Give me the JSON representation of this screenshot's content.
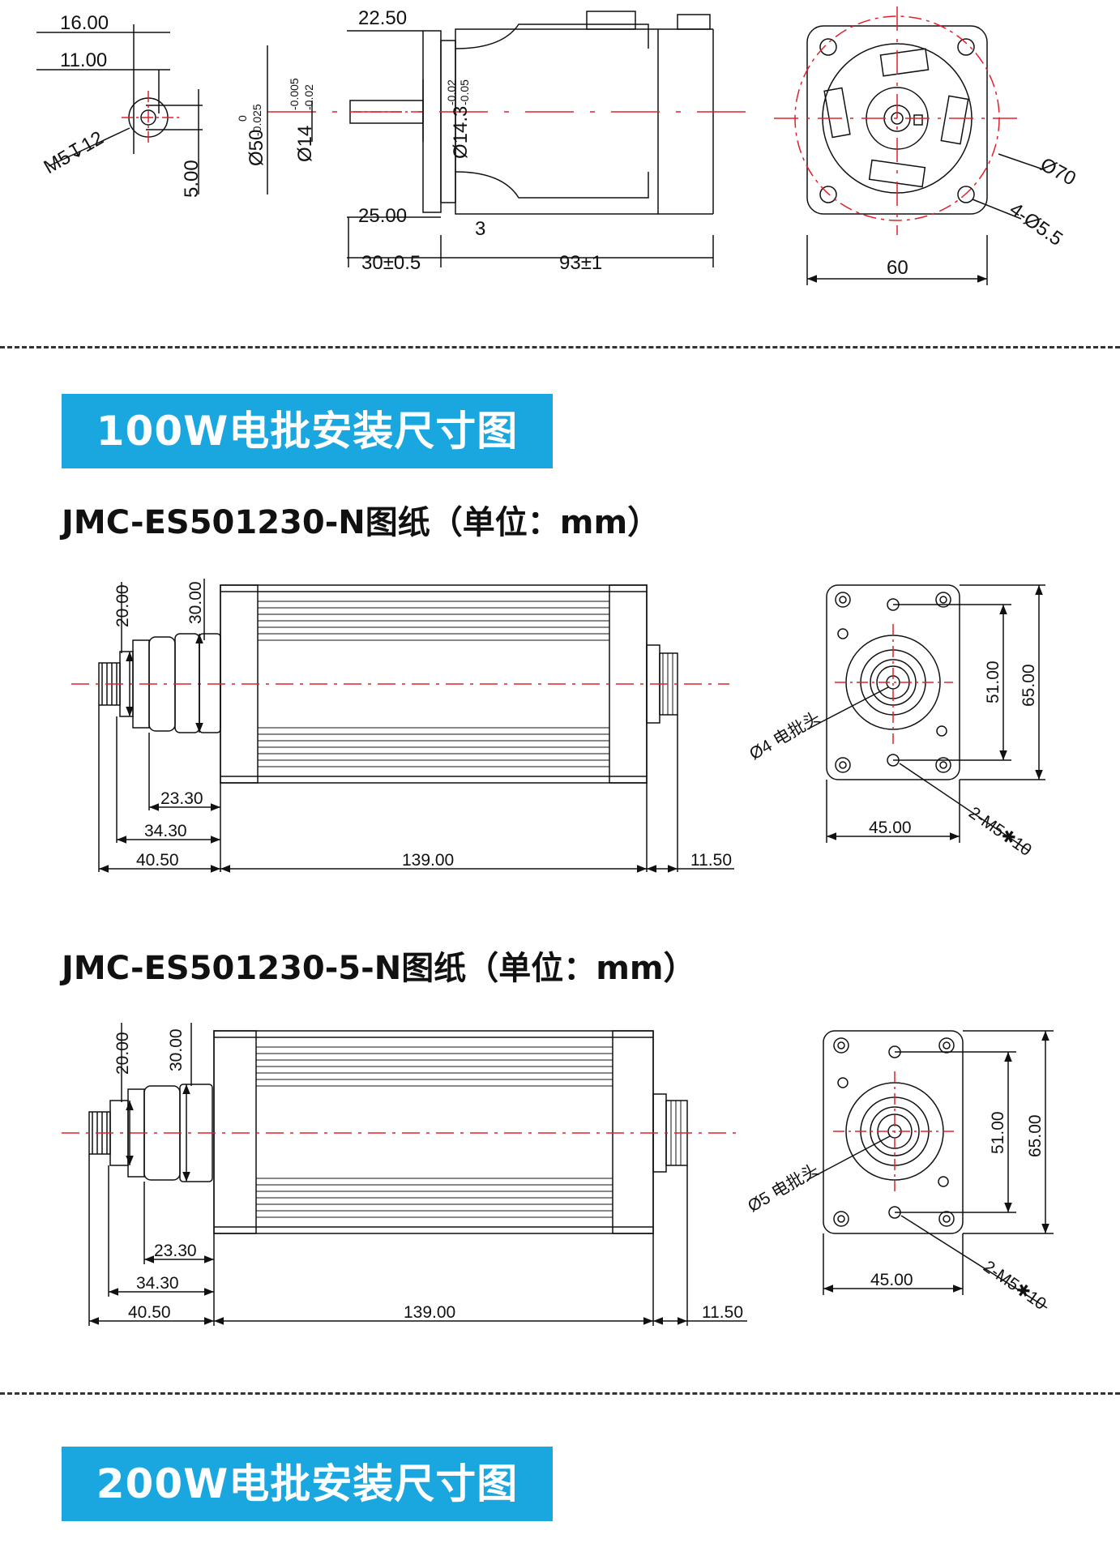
{
  "sections": [
    {
      "banner": "100W电批安装尺寸图"
    },
    {
      "banner": "200W电批安装尺寸图"
    }
  ],
  "drawings": [
    {
      "title": "JMC-ES501230-N图纸（单位：mm）",
      "bit_label": "Ø4 电批头"
    },
    {
      "title": "JMC-ES501230-5-N图纸（单位：mm）",
      "bit_label": "Ø5 电批头"
    }
  ],
  "dimensions": {
    "d20": "20.00",
    "d30": "30.00",
    "d23_30": "23.30",
    "d34_30": "34.30",
    "d40_50": "40.50",
    "d139": "139.00",
    "d11_50": "11.50",
    "d51": "51.00",
    "d65": "65.00",
    "d45": "45.00",
    "thread": "2-M5✱10"
  },
  "top_motor": {
    "d16": "16.00",
    "d11": "11.00",
    "m5": "M5↧12",
    "d5": "5.00",
    "d22_50": "22.50",
    "d50": "Ø50",
    "d50_tol_up": "0",
    "d50_tol_low": "-0.025",
    "d14": "Ø14",
    "d14_tol_up": "-0.005",
    "d14_tol_low": "-0.02",
    "d14_3": "Ø14.3",
    "d14_3_tol_up": "-0.02",
    "d14_3_tol_low": "-0.05",
    "d25": "25.00",
    "d3": "3",
    "d30": "30±0.5",
    "d93": "93±1",
    "d70": "Ø70",
    "d5_5": "4-Ø5.5",
    "d60": "60"
  }
}
